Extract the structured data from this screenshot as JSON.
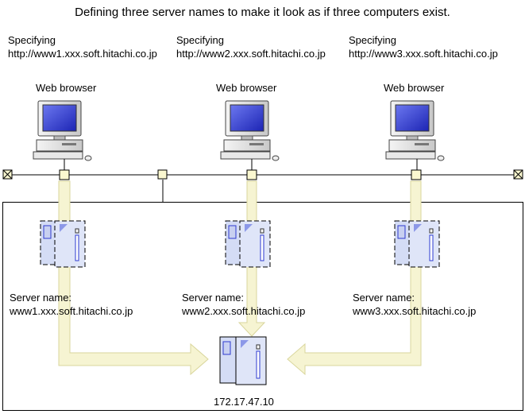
{
  "title": "Defining three server names to make it look as if three computers exist.",
  "clients": [
    {
      "specifying_label": "Specifying",
      "url": "http://www1.xxx.soft.hitachi.co.jp",
      "device_label": "Web browser"
    },
    {
      "specifying_label": "Specifying",
      "url": "http://www2.xxx.soft.hitachi.co.jp",
      "device_label": "Web browser"
    },
    {
      "specifying_label": "Specifying",
      "url": "http://www3.xxx.soft.hitachi.co.jp",
      "device_label": "Web browser"
    }
  ],
  "virtual_servers": [
    {
      "label": "Server name:",
      "name": "www1.xxx.soft.hitachi.co.jp"
    },
    {
      "label": "Server name:",
      "name": "www2.xxx.soft.hitachi.co.jp"
    },
    {
      "label": "Server name:",
      "name": "www3.xxx.soft.hitachi.co.jp"
    }
  ],
  "physical_server": {
    "ip": "172.17.47.10"
  },
  "colors": {
    "arrow_fill": "#f6f4d2",
    "arrow_stroke": "#d9d69c",
    "screen": "#2e3ad0",
    "server_fill": "#d4dcf5",
    "node_fill": "#fbf8d0"
  }
}
